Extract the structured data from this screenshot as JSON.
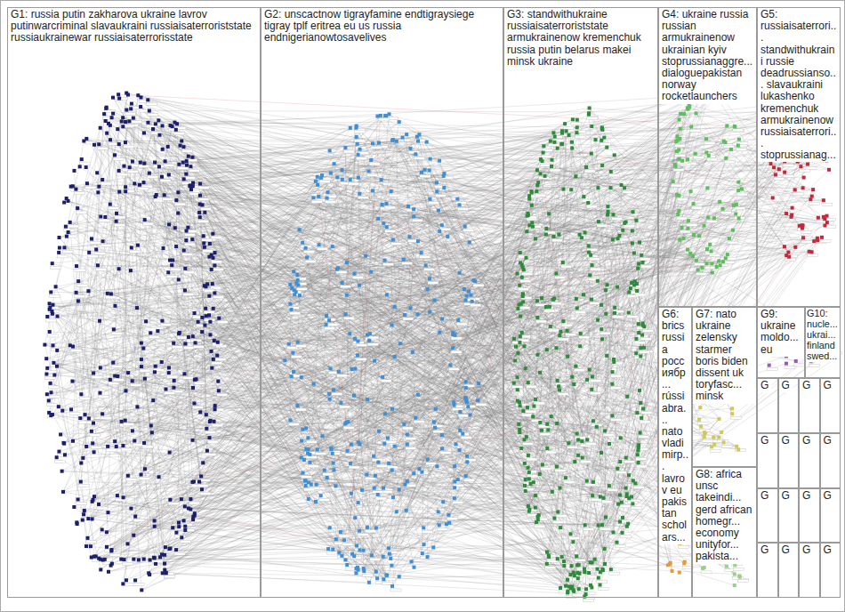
{
  "diagram": {
    "nodes": [
      {
        "text": [
          "G1: russia putin zakharova ukraine lavrov putinwarcriminal slavaukraini russiaisaterroriststate russiaukrainewar russiaisaterrorisstate"
        ]
      },
      {
        "text": [
          "G2: unscactnow tigrayfamine endtigraysiege tigray tplf eritrea eu us russia endnigerianowtosavelives"
        ]
      },
      {
        "text": [
          "G3: standwithukraine russiaisaterroriststate armukrainenow kremenchuk russia putin belarus makei minsk ukraine"
        ]
      },
      {
        "text": [
          "G4: ukraine russia russian armukrainenow ukrainian kyiv stoprussianaggre... dialoguepakistan norway rocketlaunchers"
        ]
      },
      {
        "text": [
          "G5: russiaisaterrori... standwithukraini russie deadrussianso... slavaukraini lukashenko kremenchuk armukrainenow russiaisaterrori... stoprussianag..."
        ]
      },
      {
        "text": [
          "G6: brics russia россиябр... rússiabra... nato vladimirp... lavrov eu pakistan scholars..."
        ]
      },
      {
        "text": [
          "G7: nato ukraine zelensky starmer boris biden dissent uk toryfasc... minsk"
        ]
      },
      {
        "text": [
          "G8: africa unsc takeindi... gerd african homegr... economy unityfor... pakista..."
        ]
      },
      {
        "text": [
          "G9: ukraine moldo... eu"
        ]
      },
      {
        "text": [
          "G10: nucle... ukrai... finland swed..."
        ]
      },
      {
        "text": [
          "G"
        ]
      },
      {
        "text": [
          "G"
        ]
      },
      {
        "text": [
          "G"
        ]
      },
      {
        "text": [
          "G"
        ]
      },
      {
        "text": [
          "G"
        ]
      },
      {
        "text": [
          "G"
        ]
      },
      {
        "text": [
          "G"
        ]
      },
      {
        "text": [
          "G"
        ]
      },
      {
        "text": [
          "G"
        ]
      },
      {
        "text": [
          "G"
        ]
      },
      {
        "text": [
          "G"
        ]
      },
      {
        "text": [
          "G"
        ]
      },
      {
        "text": [
          "G"
        ]
      },
      {
        "text": [
          "G"
        ]
      },
      {
        "text": [
          "G"
        ]
      },
      {
        "text": [
          "G"
        ]
      }
    ]
  }
}
